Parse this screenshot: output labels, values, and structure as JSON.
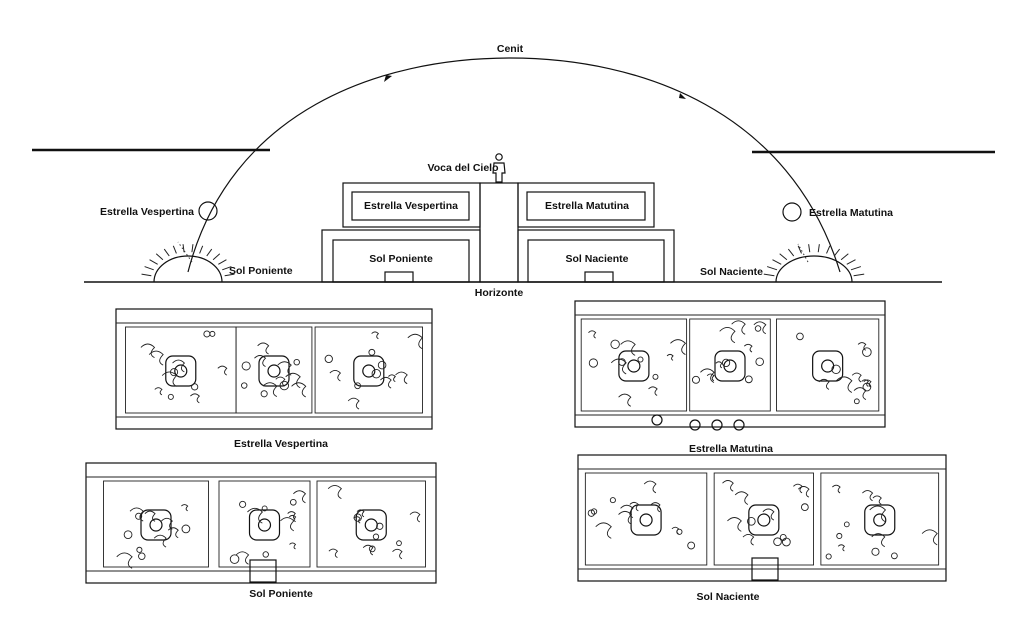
{
  "diagram": {
    "labels": {
      "zenith": "Cenit",
      "sky_vault": "Voca del Cielo",
      "horizon": "Horizonte",
      "evening_star": "Estrella Vespertina",
      "morning_star": "Estrella Matutina",
      "setting_sun": "Sol Poniente",
      "rising_sun": "Sol Naciente"
    },
    "temple_panels": {
      "upper_left": "Estrella Vespertina",
      "upper_right": "Estrella Matutina",
      "lower_left": "Sol Poniente",
      "lower_right": "Sol Naciente"
    },
    "frieze_captions": {
      "top_left": "Estrella Vespertina",
      "top_right": "Estrella Matutina",
      "bottom_left": "Sol Poniente",
      "bottom_right": "Sol Naciente"
    },
    "colors": {
      "ink": "#111111",
      "paper": "#ffffff"
    }
  }
}
